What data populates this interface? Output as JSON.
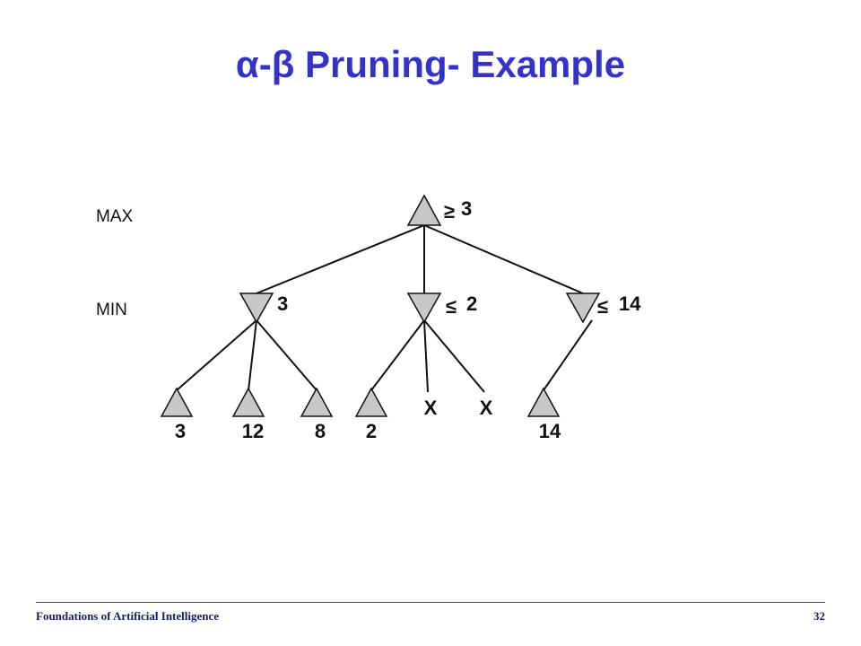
{
  "slide": {
    "title": "α-β Pruning- Example"
  },
  "tree": {
    "levels": {
      "max": "MAX",
      "min": "MIN"
    },
    "root": {
      "bound": "3",
      "bound_symbol": "≥"
    },
    "min_nodes": [
      {
        "value": "3",
        "bound_symbol": ""
      },
      {
        "value": "2",
        "bound_symbol": "≤"
      },
      {
        "value": "14",
        "bound_symbol": "≤"
      }
    ],
    "leaves": [
      "3",
      "12",
      "8",
      "2",
      "14"
    ],
    "pruned": [
      "X",
      "X"
    ]
  },
  "colors": {
    "title": "#3333cc",
    "node_fill": "#c8c8c8",
    "footer_rule": "#c0392b"
  },
  "footer": {
    "course": "Foundations of Artificial Intelligence",
    "page": "32"
  }
}
